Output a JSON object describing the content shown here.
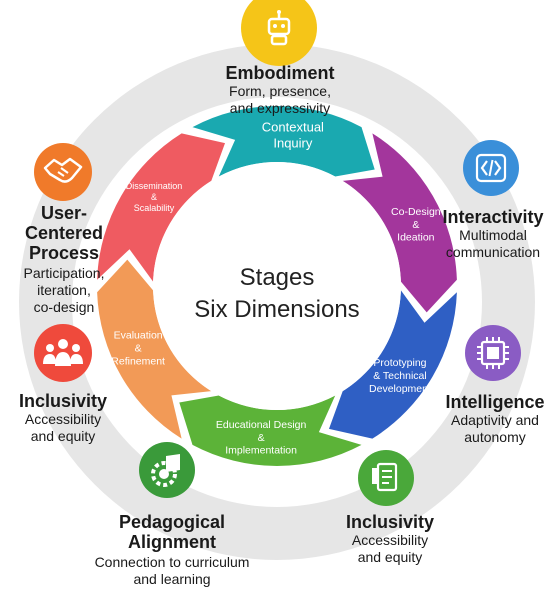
{
  "center": {
    "line1": "Stages",
    "line2": "Six Dimensions"
  },
  "stages": [
    {
      "id": "contextual-inquiry",
      "lines": [
        "Contextual",
        "Inquiry"
      ],
      "color": "#1aa9b0"
    },
    {
      "id": "co-design-ideation",
      "lines": [
        "Co-Design",
        "&",
        "Ideation"
      ],
      "color": "#a3369c"
    },
    {
      "id": "prototyping-technical-development",
      "lines": [
        "Prototyping",
        "& Technical",
        "Development"
      ],
      "color": "#2f5fc4"
    },
    {
      "id": "educational-design-implementation",
      "lines": [
        "Educational Design",
        "&",
        "Implementation"
      ],
      "color": "#5cb338"
    },
    {
      "id": "evaluation-refinement",
      "lines": [
        "Evaluation",
        "&",
        "Refinement"
      ],
      "color": "#f29a57"
    },
    {
      "id": "dissemination-scalability",
      "lines": [
        "Dissemination",
        "&",
        "Scalability"
      ],
      "color": "#ef5b61"
    }
  ],
  "dimensions": {
    "embodiment": {
      "title": [
        "Embodiment"
      ],
      "sub": [
        "Form, presence,",
        "and expressivity"
      ],
      "icon": "robot-icon",
      "color": "#f5c518"
    },
    "interactivity": {
      "title": [
        "Interactivity"
      ],
      "sub": [
        "Multimodal",
        "communication"
      ],
      "icon": "code-icon",
      "color": "#3a8fd9"
    },
    "intelligence": {
      "title": [
        "Intelligence"
      ],
      "sub": [
        "Adaptivity and",
        "autonomy"
      ],
      "icon": "chip-icon",
      "color": "#8a5cc4"
    },
    "inclusivity_right": {
      "title": [
        "Inclusivity"
      ],
      "sub": [
        "Accessibility",
        "and equity"
      ],
      "icon": "document-icon",
      "color": "#4aa83a"
    },
    "pedagogical": {
      "title": [
        "Pedagogical",
        "Alignment"
      ],
      "sub": [
        "Connection to curriculum",
        "and learning"
      ],
      "icon": "book-gear-icon",
      "color": "#3a9a3a"
    },
    "inclusivity_left": {
      "title": [
        "Inclusivity"
      ],
      "sub": [
        "Accessibility",
        "and equity"
      ],
      "icon": "people-icon",
      "color": "#ef4a3c"
    },
    "user_centered": {
      "title": [
        "User-Centered",
        "Process"
      ],
      "sub": [
        "Participation,",
        "iteration,",
        "co-design"
      ],
      "icon": "handshake-icon",
      "color": "#f07a2a"
    }
  }
}
